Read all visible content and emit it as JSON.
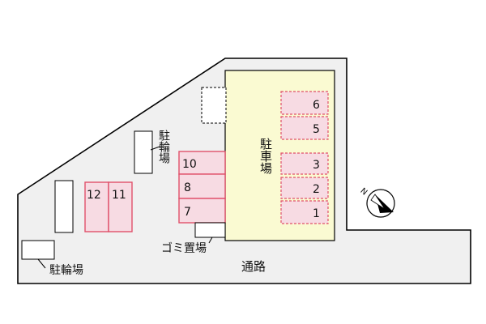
{
  "labels": {
    "parking": "駐車場",
    "bicycle_upper": "駐輪場",
    "bicycle_lower": "駐輪場",
    "garbage": "ゴミ置場",
    "road": "通路",
    "compass": "N"
  },
  "spaces": {
    "s1": "1",
    "s2": "2",
    "s3": "3",
    "s5": "5",
    "s6": "6",
    "s7": "7",
    "s8": "8",
    "s10": "10",
    "s11": "11",
    "s12": "12"
  },
  "colors": {
    "ground": "#f0f0f0",
    "parking_area": "#fafad2",
    "space_fill": "#f7dbe3",
    "space_border": "#e0506a"
  }
}
